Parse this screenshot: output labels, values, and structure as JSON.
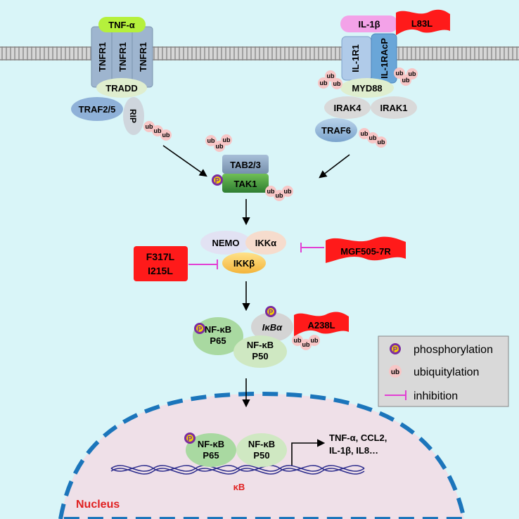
{
  "receptors": {
    "tnf": {
      "ligand": "TNF-α",
      "r1": "TNFR1",
      "r2": "TNFR1",
      "r3": "TNFR1",
      "tradd": "TRADD",
      "traf25": "TRAF2/5",
      "rip": "RIP"
    },
    "il1": {
      "ligand": "IL-1β",
      "r1": "IL-1R1",
      "racp": "IL-1RAcP",
      "myd88": "MYD88",
      "irak4": "IRAK4",
      "irak1": "IRAK1",
      "traf6": "TRAF6"
    }
  },
  "tak": {
    "tab": "TAB2/3",
    "tak1": "TAK1"
  },
  "ikk": {
    "nemo": "NEMO",
    "ikka": "IKKα",
    "ikkb": "IKKβ"
  },
  "nfkb": {
    "p65_line1": "NF-κB",
    "p65_line2": "P65",
    "p50_line1": "NF-κB",
    "p50_line2": "P50",
    "ikba": "IκBα"
  },
  "viral": {
    "l83l": "L83L",
    "mgf": "MGF505-7R",
    "f317l": "F317L",
    "i215l": "I215L",
    "a238l": "A238L"
  },
  "ub_label": "ub",
  "p_label": "P",
  "nucleus": {
    "label": "Nucleus",
    "kb": "κB",
    "targets_line1": "TNF-α, CCL2,",
    "targets_line2": "IL-1β, IL8…"
  },
  "legend": {
    "phos": "phosphorylation",
    "ubiq": "ubiquitylation",
    "inhib": "inhibition"
  },
  "colors": {
    "background": "#d9f5f8",
    "viral": "#ff1a1a",
    "inhibition": "#e23fd3",
    "nucleus": "#efe0e8",
    "nucleus_border": "#1b75bb",
    "receptor": "#9eb5cf",
    "ub": "#f7c6c6",
    "phos": "#7b2c9f",
    "nfkb": "#a9d9a1",
    "dna": "#2c2c8c"
  }
}
